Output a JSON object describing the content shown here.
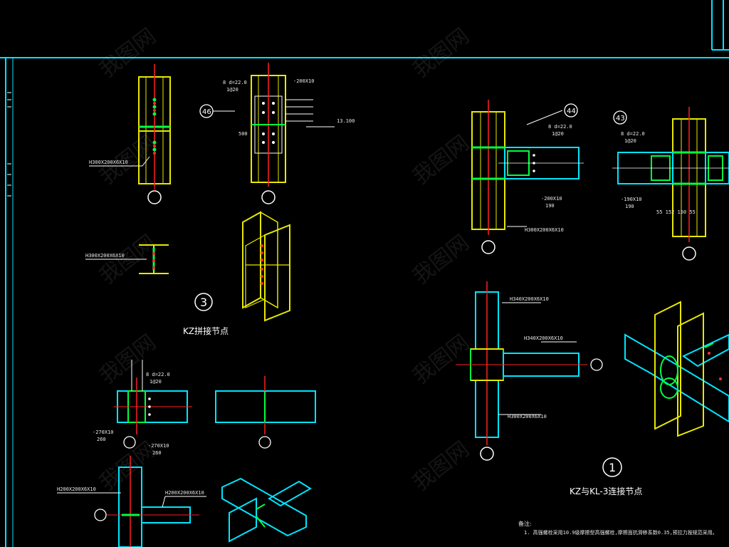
{
  "colors": {
    "background": "#000000",
    "frame": "#00e5ff",
    "column": "#e8e800",
    "beam": "#00e5ff",
    "plate": "#00ff40",
    "axis": "#ff2020",
    "bolt": "#ff3030",
    "text": "#e8e8e8",
    "leader": "#ffffff"
  },
  "labels": {
    "d1_member": "H300X200X6X10",
    "d2_tag": "46",
    "d2_dim_top": "8 d=22.0",
    "d2_dim_top2": "1@20",
    "d2_plate": "-200X10",
    "d2_elev": "13.100",
    "d2_side": "500",
    "d3_member": "H300X200X6X10",
    "node3_number": "3",
    "node3_caption": "KZ拼接节点",
    "d5_dim_a": "8 d=22.0",
    "d5_dim_b": "1@20",
    "d5_plate_a": "-270X10",
    "d5_plate_a2": "260",
    "d5_plate_b": "-270X10",
    "d5_plate_b2": "260",
    "d7_member_a": "H200X200X6X10",
    "d7_member_b": "H200X200X6X10",
    "d44_tag": "44",
    "d44_dim": "8 d=22.0",
    "d44_dim2": "1@20",
    "d44_plate": "-200X10",
    "d44_plate2": "190",
    "d44_member": "H300X200X6X10",
    "d43_tag": "43",
    "d43_dim": "8 d=22.0",
    "d43_dim2": "1@20",
    "d43_plate": "-190X10",
    "d43_plate2": "190",
    "d43_dims_bottom": "55 152  150 55",
    "dkz_member_a": "H340X200X6X10",
    "dkz_member_b": "H340X200X6X10",
    "dkz_member_c": "H300X200X6X10",
    "node1_number": "1",
    "node1_caption": "KZ与KL-3连接节点",
    "notes_title": "备注:",
    "notes_line1": "1. 高强螺栓采用10.9级摩擦型高强螺栓,摩擦面抗滑移系数0.35,预拉力按规范采用。"
  },
  "watermark": "我图网"
}
